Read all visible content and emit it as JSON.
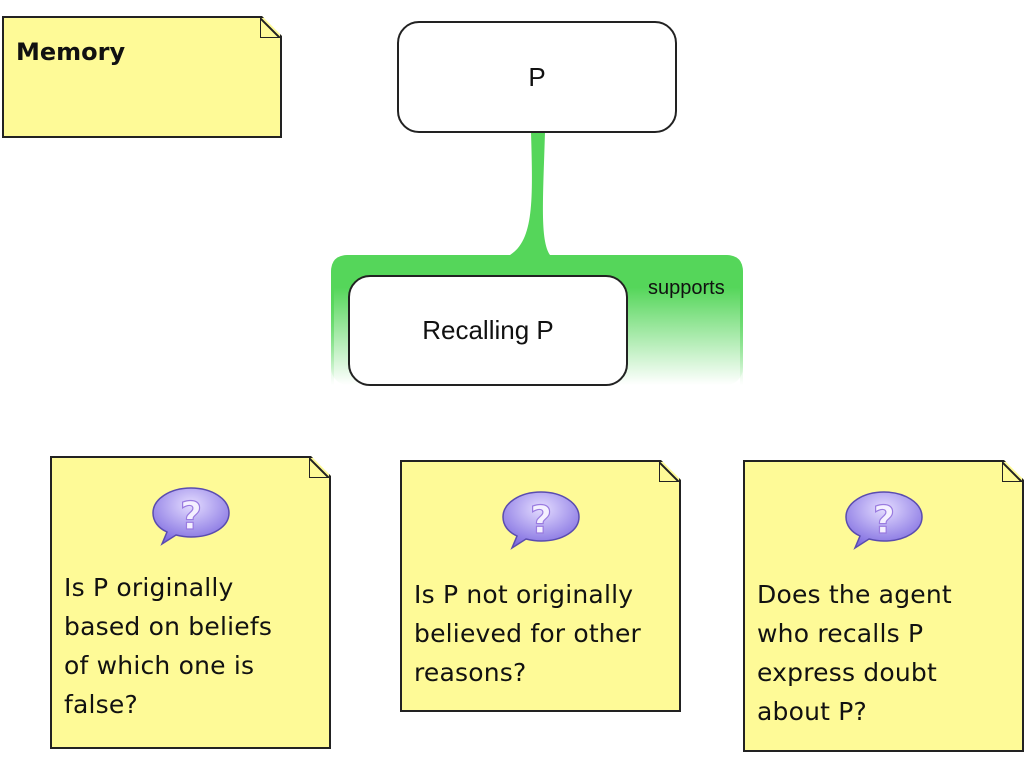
{
  "title_note": {
    "label": "Memory"
  },
  "claim": {
    "label": "P"
  },
  "premise": {
    "label": "Recalling P"
  },
  "relation": {
    "label": "supports",
    "color": "#55d65a"
  },
  "note_color": "#fefa97",
  "critical_questions": [
    {
      "icon": "question-bubble-icon",
      "text": "Is P originally\nbased on beliefs\nof which one is\nfalse?"
    },
    {
      "icon": "question-bubble-icon",
      "text": "Is P not originally\nbelieved for other\nreasons?"
    },
    {
      "icon": "question-bubble-icon",
      "text": "Does the agent\nwho recalls P\nexpress doubt\nabout P?"
    }
  ]
}
